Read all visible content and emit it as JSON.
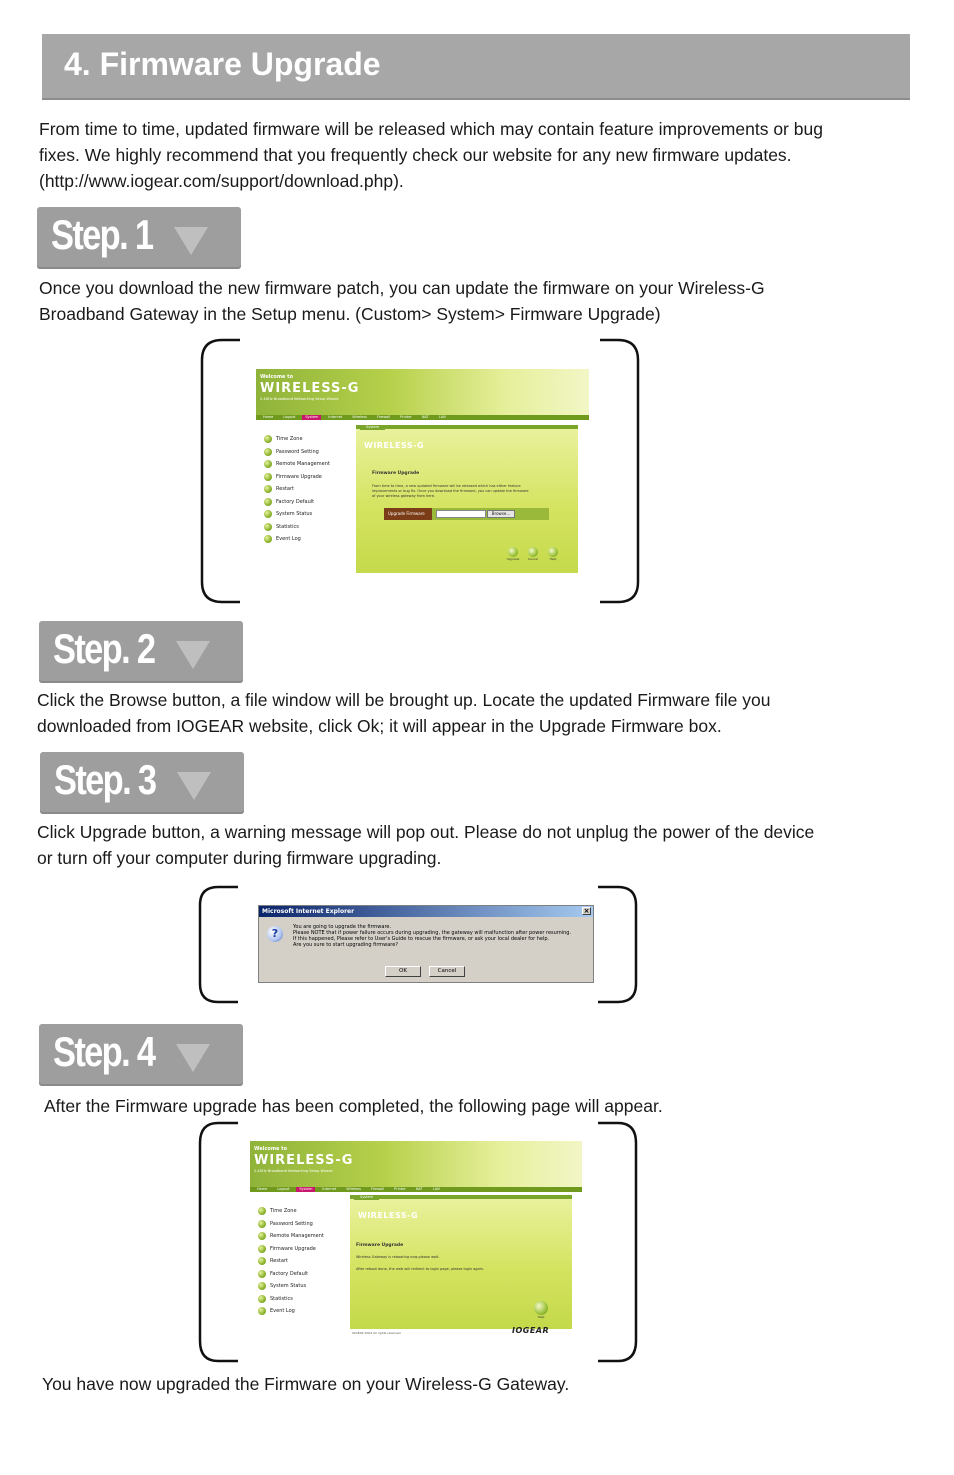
{
  "section": {
    "title": "4. Firmware Upgrade"
  },
  "intro": {
    "line1": "From time to time, updated firmware will be released which may contain feature improvements or bug",
    "line2": "fixes.  We highly recommend that you frequently check our website for any new firmware updates.",
    "line3": "(http://www.iogear.com/support/download.php)."
  },
  "steps": [
    {
      "label": "Step. 1",
      "line1": "Once you download the new firmware patch, you can update the firmware on your Wireless-G",
      "line2": "Broadband Gateway in the Setup menu. (Custom> System> Firmware Upgrade)"
    },
    {
      "label": "Step. 2",
      "line1": "Click the Browse button, a file window will be brought up.  Locate the updated Firmware file you",
      "line2": "downloaded from IOGEAR website, click Ok; it will appear in the Upgrade Firmware box."
    },
    {
      "label": "Step. 3",
      "line1": "Click Upgrade button, a warning message will pop out.  Please do not unplug the power of the device",
      "line2": "or turn off your computer during firmware upgrading."
    },
    {
      "label": "Step. 4",
      "line1": "After the Firmware upgrade has been completed, the following page will appear."
    }
  ],
  "closing": "You have now upgraded the Firmware on your Wireless-G Gateway.",
  "router_ui": {
    "welcome": "Welcome to",
    "brand": "WIRELESS-G",
    "brand_sub": "2.4GHz Broadband Networking Setup Wizard",
    "nav": [
      "Home",
      "Logout",
      "System",
      "Internet",
      "Wireless",
      "Firewall",
      "Printer",
      "NAT",
      "LAN"
    ],
    "sidebar": [
      "Time Zone",
      "Password Setting",
      "Remote Management",
      "Firmware Upgrade",
      "Restart",
      "Factory Default",
      "System Status",
      "Statistics",
      "Event Log"
    ],
    "panel_tab": "System",
    "panel_logo": "WIRELESS-G",
    "panel_title": "Firmware Upgrade",
    "step1_text1": "From time to time, a new updated firmware will be released which has either feature",
    "step1_text2": "improvements or bug fix. Once you download the firmware, you can update the firmware",
    "step1_text3": "of your wireless gateway from here.",
    "upgrade_label": "Upgrade Firmware",
    "browse": "Browse...",
    "buttons": [
      "Upgrade",
      "Cancel",
      "Help"
    ],
    "step4_text1": "Wireless Gateway is rebooting now,please wait.",
    "step4_text2": "After reboot done, the web will redirect to login page, please login again.",
    "step4_button": "Help",
    "iogear": "IOGEAR",
    "copyright": "IOGEAR 2004 All rights reserved"
  },
  "dialog": {
    "title": "Microsoft Internet Explorer",
    "lines": [
      "You are going to upgrade the firmware.",
      "Please NOTE that if power failure occurs during upgrading, the gateway will malfunction after power resuming.",
      "If this happened, Please refer to User's Guide to rescue the firmware, or ask your local dealer for help.",
      "Are you sure to start upgrading firmware?"
    ],
    "ok": "OK",
    "cancel": "Cancel"
  }
}
